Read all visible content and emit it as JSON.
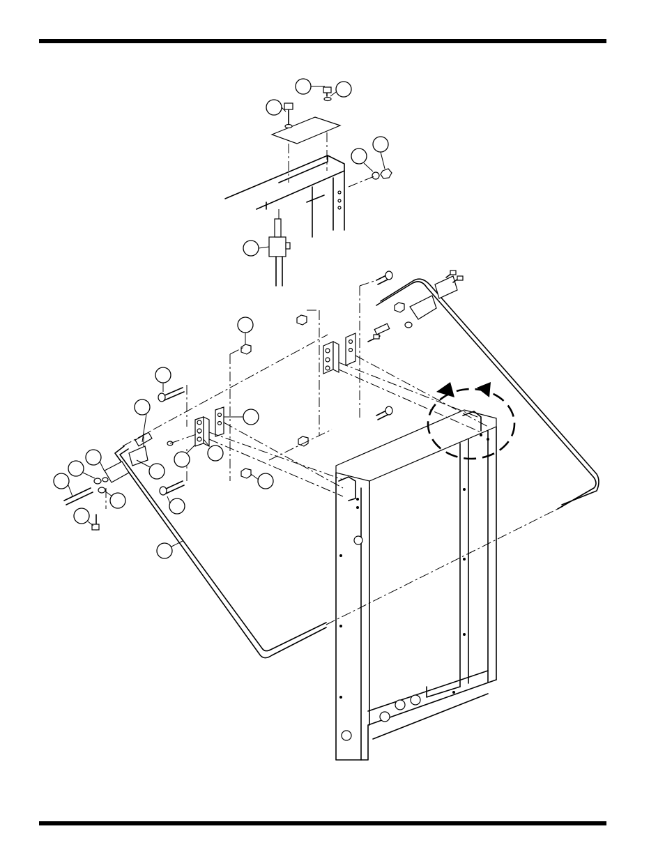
{
  "page": {
    "header_rule": "top-rule",
    "footer_rule": "bottom-rule"
  },
  "diagram": {
    "callout_count": 24,
    "callouts_labeled": false,
    "rotation_indicator": "dashed-circle-with-two-arrows",
    "line_color": "#000000",
    "background_color": "#ffffff"
  }
}
